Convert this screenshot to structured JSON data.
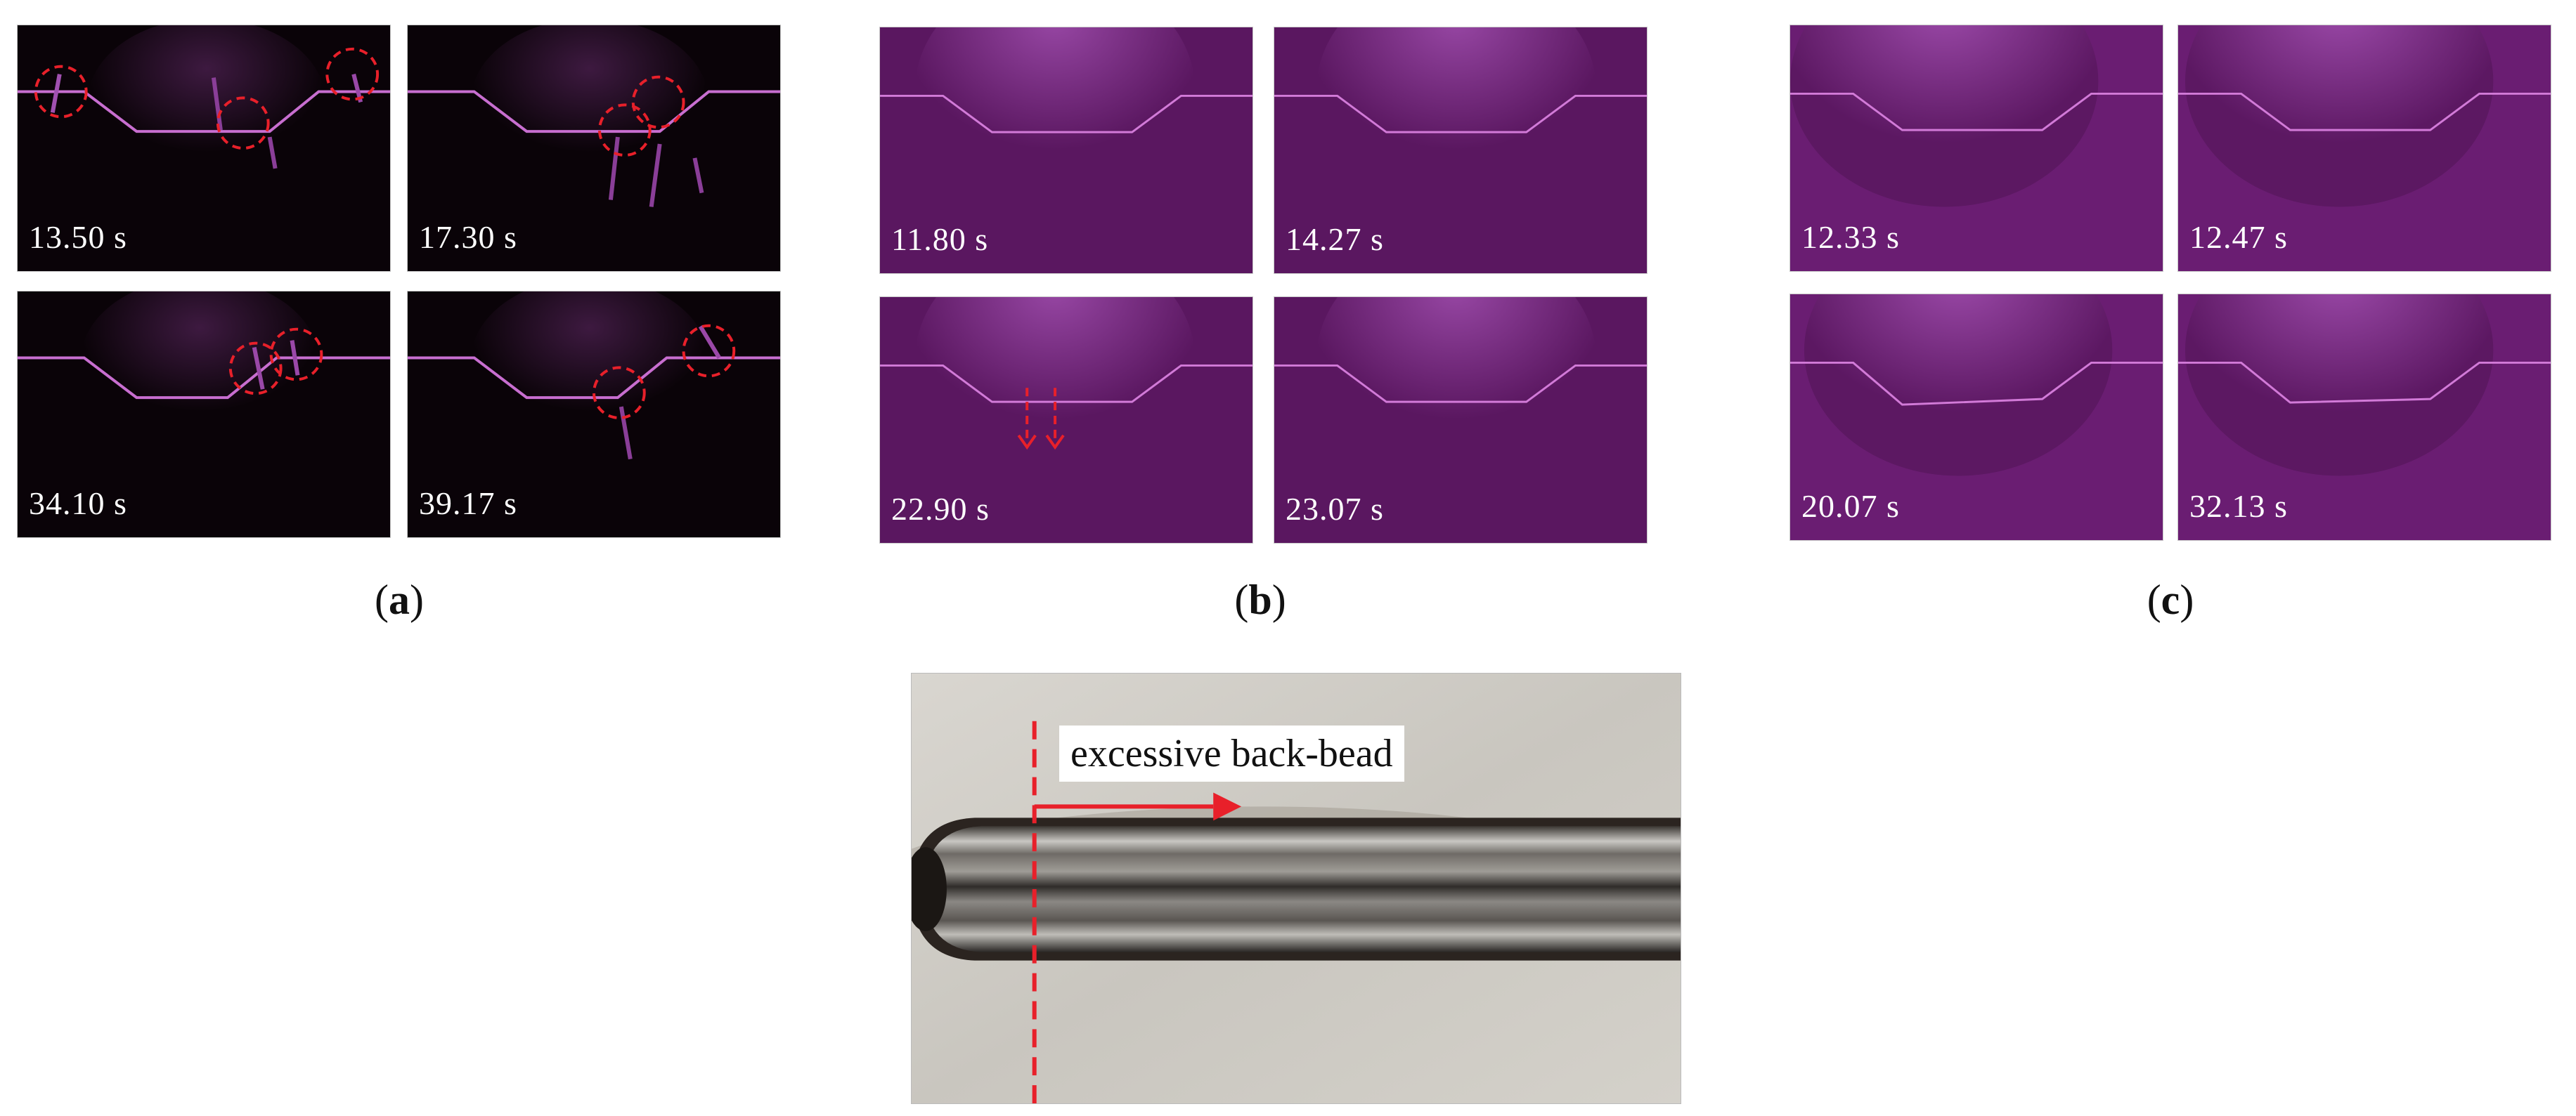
{
  "panels": [
    {
      "caption_letter": "a",
      "theme": "dark",
      "frames": [
        {
          "time": "13.50 s"
        },
        {
          "time": "17.30 s"
        },
        {
          "time": "34.10 s"
        },
        {
          "time": "39.17 s"
        }
      ]
    },
    {
      "caption_letter": "b",
      "theme": "purple",
      "frames": [
        {
          "time": "11.80 s"
        },
        {
          "time": "14.27 s"
        },
        {
          "time": "22.90 s"
        },
        {
          "time": "23.07 s"
        }
      ]
    },
    {
      "caption_letter": "c",
      "theme": "purple",
      "frames": [
        {
          "time": "12.33 s"
        },
        {
          "time": "12.47 s"
        },
        {
          "time": "20.07 s"
        },
        {
          "time": "32.13 s"
        }
      ]
    }
  ],
  "weld_photo": {
    "annotation": "excessive back-bead"
  },
  "colors": {
    "marker_red": "#e8202a",
    "dark_bg": "#0a0308",
    "purple_bg": "#6b1a72",
    "plasma_glow": "#b040c0",
    "profile_line": "#d27ad8"
  }
}
